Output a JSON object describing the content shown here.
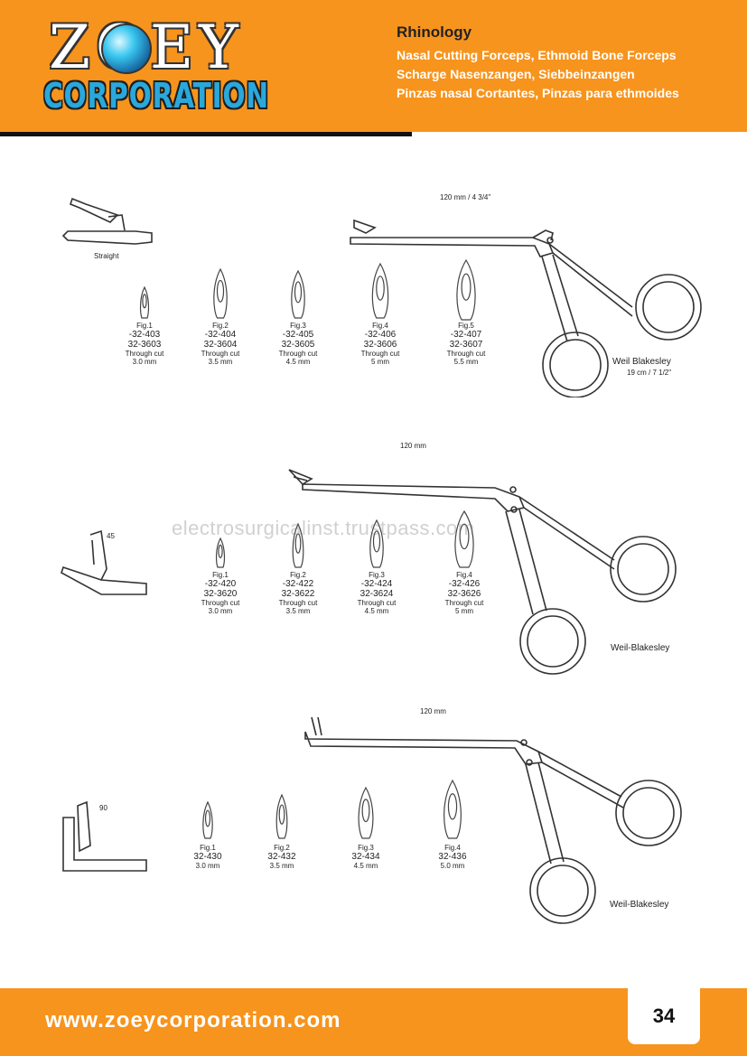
{
  "header": {
    "logo_text_top": "ZOEY",
    "logo_text_bottom": "CORPORATION",
    "title": "Rhinology",
    "line_en": "Nasal Cutting Forceps, Ethmoid Bone Forceps",
    "line_de": "Scharge Nasenzangen, Siebbeinzangen",
    "line_es": "Pinzas nasal Cortantes, Pinzas para ethmoides"
  },
  "section1": {
    "tip_label": "Straight",
    "length": "120 mm / 4 3/4\"",
    "name": "Weil Blakesley",
    "size": "19 cm / 7 1/2\"",
    "figures": [
      {
        "fig": "Fig.1",
        "code1": "-32-403",
        "code2": "32-3603",
        "cut": "Through cut",
        "size": "3.0 mm"
      },
      {
        "fig": "Fig.2",
        "code1": "-32-404",
        "code2": "32-3604",
        "cut": "Through cut",
        "size": "3.5 mm"
      },
      {
        "fig": "Fig.3",
        "code1": "-32-405",
        "code2": "32-3605",
        "cut": "Through cut",
        "size": "4.5 mm"
      },
      {
        "fig": "Fig.4",
        "code1": "-32-406",
        "code2": "32-3606",
        "cut": "Through cut",
        "size": "5 mm"
      },
      {
        "fig": "Fig.5",
        "code1": "-32-407",
        "code2": "32-3607",
        "cut": "Through cut",
        "size": "5.5 mm"
      }
    ]
  },
  "section2": {
    "angle": "45",
    "length": "120 mm",
    "name": "Weil-Blakesley",
    "figures": [
      {
        "fig": "Fig.1",
        "code1": "-32-420",
        "code2": "32-3620",
        "cut": "Through cut",
        "size": "3.0 mm"
      },
      {
        "fig": "Fig.2",
        "code1": "-32-422",
        "code2": "32-3622",
        "cut": "Through cut",
        "size": "3.5 mm"
      },
      {
        "fig": "Fig.3",
        "code1": "-32-424",
        "code2": "32-3624",
        "cut": "Through cut",
        "size": "4.5 mm"
      },
      {
        "fig": "Fig.4",
        "code1": "-32-426",
        "code2": "32-3626",
        "cut": "Through cut",
        "size": "5 mm"
      }
    ]
  },
  "section3": {
    "angle": "90",
    "length": "120 mm",
    "name": "Weil-Blakesley",
    "figures": [
      {
        "fig": "Fig.1",
        "code1": "32-430",
        "size": "3.0 mm"
      },
      {
        "fig": "Fig.2",
        "code1": "32-432",
        "size": "3.5 mm"
      },
      {
        "fig": "Fig.3",
        "code1": "32-434",
        "size": "4.5 mm"
      },
      {
        "fig": "Fig.4",
        "code1": "32-436",
        "size": "5.0 mm"
      }
    ]
  },
  "watermark": "electrosurgicalinst.trustpass.com",
  "footer": {
    "url": "www.zoeycorporation.com",
    "page_number": "34"
  }
}
